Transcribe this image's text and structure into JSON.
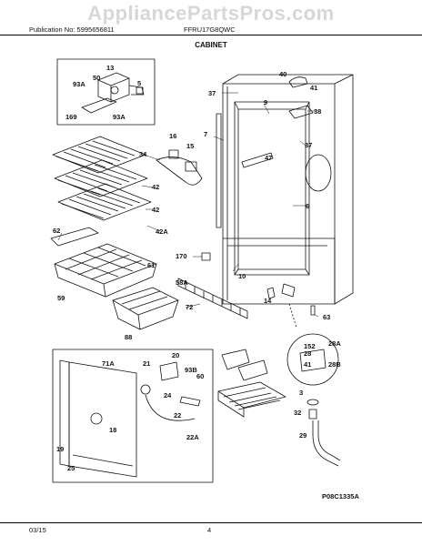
{
  "watermark": "AppliancePartsPros.com",
  "header": {
    "publication": "Publication No: 5995656811",
    "model": "FFRU17G8QWC"
  },
  "section_title": "CABINET",
  "drawing_code": "P08C1335A",
  "footer": {
    "date": "03/15",
    "page": "4"
  },
  "callouts": {
    "c13": "13",
    "c50": "50",
    "c93a_top": "93A",
    "c5": "5",
    "c169": "169",
    "c93a_box": "93A",
    "c40": "40",
    "c41": "41",
    "c37_left": "37",
    "c9": "9",
    "c38": "38",
    "c7": "7",
    "c37_right": "37",
    "c34": "34",
    "c16": "16",
    "c15": "15",
    "c42_a": "42",
    "c42_b": "42",
    "c42a": "42A",
    "c47": "47",
    "c6": "6",
    "c62": "62",
    "c170": "170",
    "c10": "10",
    "c61": "61",
    "c59": "59",
    "c58a": "58A",
    "c72": "72",
    "c14": "14",
    "c88": "88",
    "c63": "63",
    "c152": "152",
    "c28a": "28A",
    "c28": "28",
    "c41b": "41",
    "c28b": "28B",
    "c71a": "71A",
    "c20": "20",
    "c21": "21",
    "c93b": "93B",
    "c60": "60",
    "c24": "24",
    "c22": "22",
    "c22a": "22A",
    "c18": "18",
    "c19": "19",
    "c25": "25",
    "c3": "3",
    "c32": "32",
    "c29": "29"
  }
}
